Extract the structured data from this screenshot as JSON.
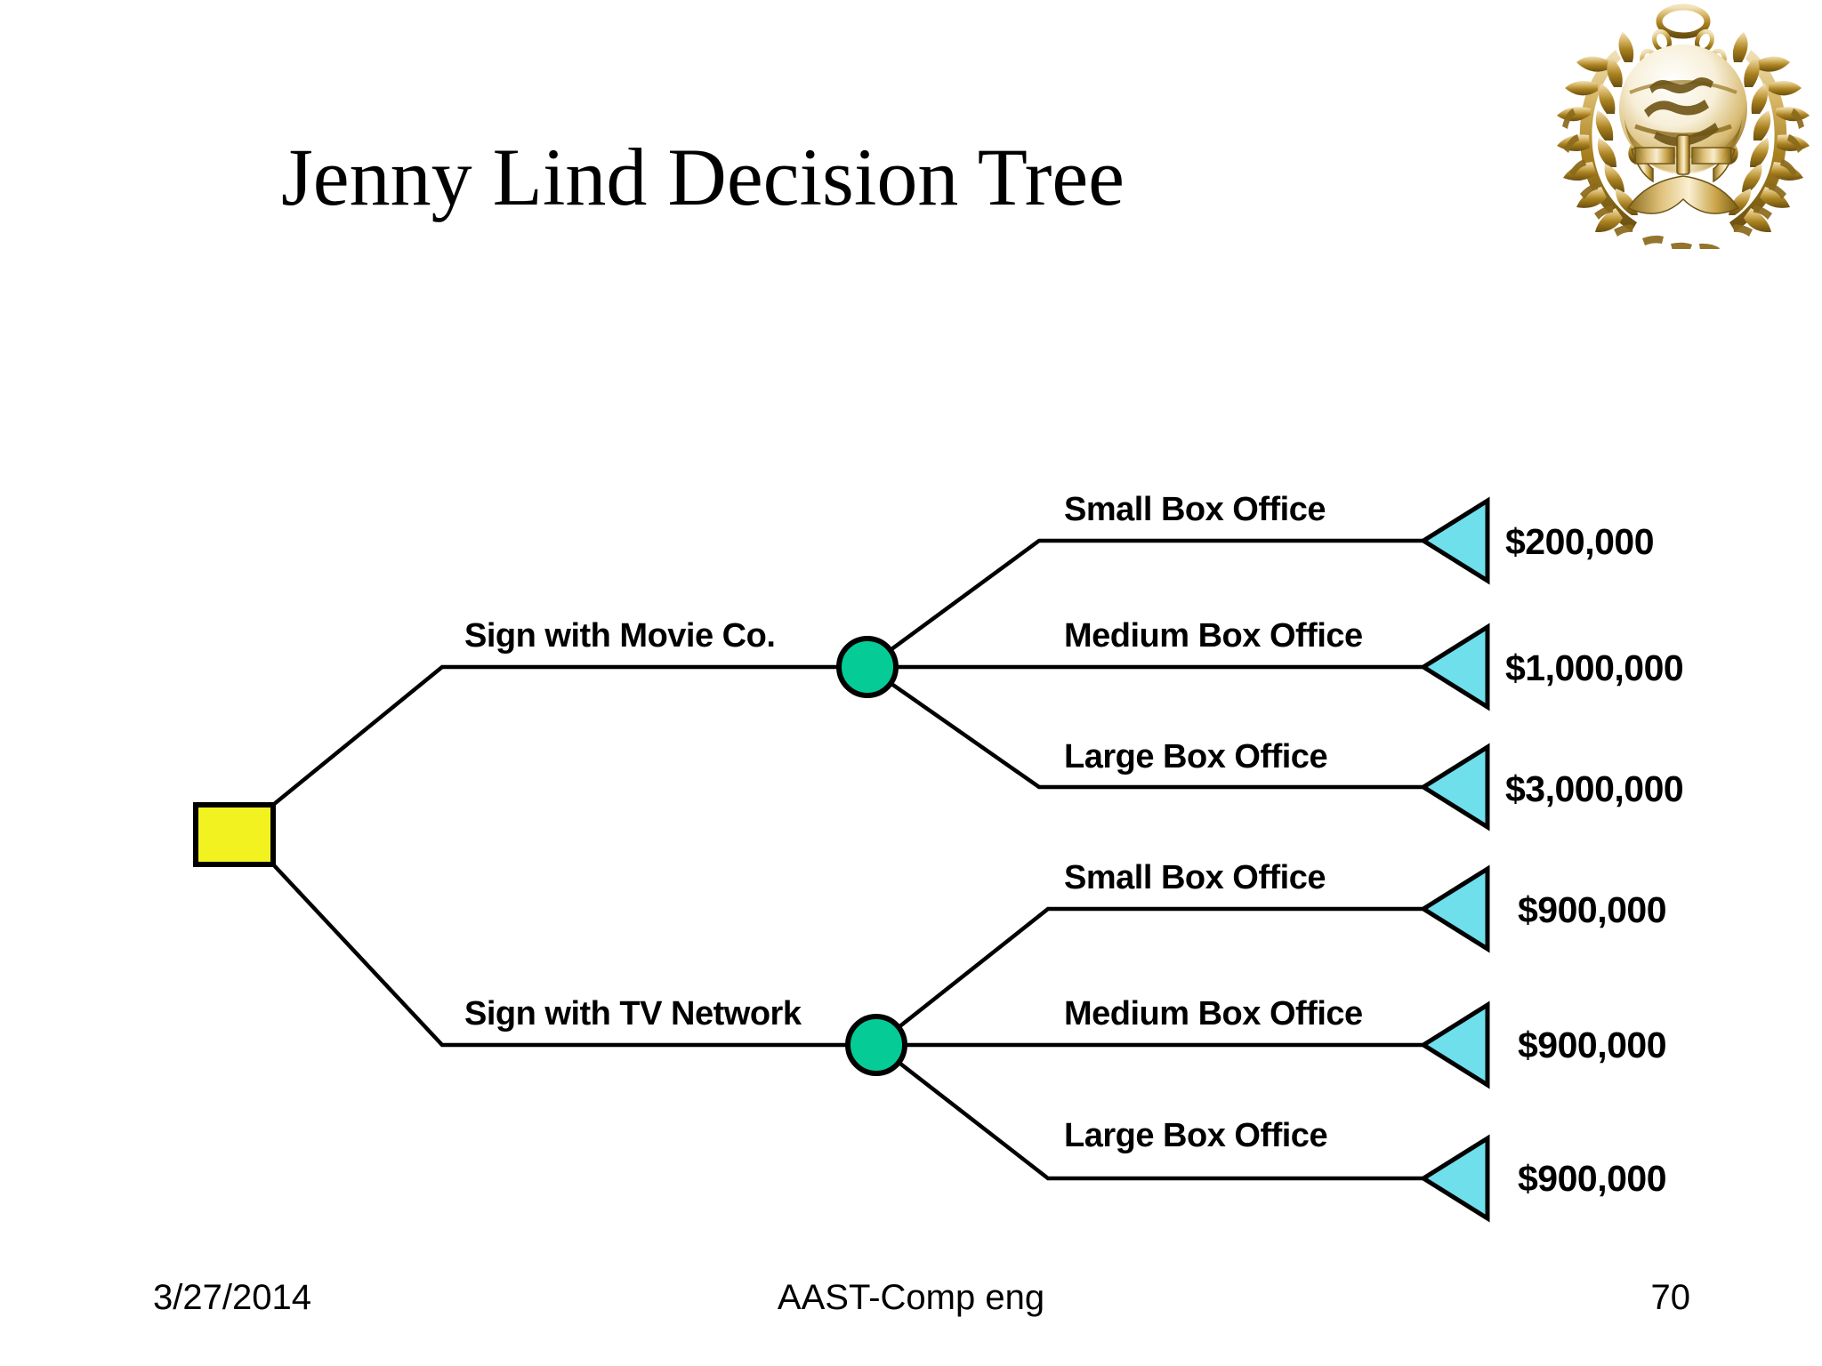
{
  "slide": {
    "title": "Jenny Lind Decision Tree",
    "background_color": "#FFFFFF"
  },
  "logo": {
    "name": "aast-university-emblem",
    "alt": "Arab Academy for Science, Technology and Maritime Transport emblem",
    "colors": {
      "gold_light": "#E8C98A",
      "gold_mid": "#B8912F",
      "gold_dark": "#6E5415",
      "highlight": "#F6E8C0"
    }
  },
  "colors": {
    "decision_node": "#F2F221",
    "chance_node": "#05CC97",
    "terminal_node": "#6FDFEC",
    "stroke": "#000000"
  },
  "tree": {
    "root": {
      "type": "decision",
      "shape": "square",
      "label": ""
    },
    "decisions": [
      {
        "id": "movie-co",
        "label": "Sign with Movie Co.",
        "chance_node": {
          "type": "chance",
          "shape": "circle"
        },
        "outcomes": [
          {
            "label": "Small Box Office",
            "payoff": "$200,000",
            "value": 200000
          },
          {
            "label": "Medium Box Office",
            "payoff": "$1,000,000",
            "value": 1000000
          },
          {
            "label": "Large Box Office",
            "payoff": "$3,000,000",
            "value": 3000000
          }
        ]
      },
      {
        "id": "tv-network",
        "label": "Sign with TV Network",
        "chance_node": {
          "type": "chance",
          "shape": "circle"
        },
        "outcomes": [
          {
            "label": "Small Box Office",
            "payoff": "$900,000",
            "value": 900000
          },
          {
            "label": "Medium Box Office",
            "payoff": "$900,000",
            "value": 900000
          },
          {
            "label": "Large Box Office",
            "payoff": "$900,000",
            "value": 900000
          }
        ]
      }
    ]
  },
  "chart_data": {
    "type": "diagram",
    "diagram_type": "decision-tree",
    "title": "Jenny Lind Decision Tree",
    "nodes": [
      {
        "id": "root",
        "kind": "decision",
        "glyph": "square",
        "fill": "#F2F221"
      },
      {
        "id": "movie-chance",
        "kind": "chance",
        "glyph": "circle",
        "fill": "#05CC97"
      },
      {
        "id": "tv-chance",
        "kind": "chance",
        "glyph": "circle",
        "fill": "#05CC97"
      },
      {
        "id": "t1",
        "kind": "terminal",
        "glyph": "triangle",
        "fill": "#6FDFEC",
        "payoff": "$200,000"
      },
      {
        "id": "t2",
        "kind": "terminal",
        "glyph": "triangle",
        "fill": "#6FDFEC",
        "payoff": "$1,000,000"
      },
      {
        "id": "t3",
        "kind": "terminal",
        "glyph": "triangle",
        "fill": "#6FDFEC",
        "payoff": "$3,000,000"
      },
      {
        "id": "t4",
        "kind": "terminal",
        "glyph": "triangle",
        "fill": "#6FDFEC",
        "payoff": "$900,000"
      },
      {
        "id": "t5",
        "kind": "terminal",
        "glyph": "triangle",
        "fill": "#6FDFEC",
        "payoff": "$900,000"
      },
      {
        "id": "t6",
        "kind": "terminal",
        "glyph": "triangle",
        "fill": "#6FDFEC",
        "payoff": "$900,000"
      }
    ],
    "edges": [
      {
        "from": "root",
        "to": "movie-chance",
        "label": "Sign with Movie Co."
      },
      {
        "from": "root",
        "to": "tv-chance",
        "label": "Sign with TV Network"
      },
      {
        "from": "movie-chance",
        "to": "t1",
        "label": "Small Box Office"
      },
      {
        "from": "movie-chance",
        "to": "t2",
        "label": "Medium Box Office"
      },
      {
        "from": "movie-chance",
        "to": "t3",
        "label": "Large Box Office"
      },
      {
        "from": "tv-chance",
        "to": "t4",
        "label": "Small Box Office"
      },
      {
        "from": "tv-chance",
        "to": "t5",
        "label": "Medium Box Office"
      },
      {
        "from": "tv-chance",
        "to": "t6",
        "label": "Large Box Office"
      }
    ]
  },
  "footer": {
    "date": "3/27/2014",
    "center": "AAST-Comp eng",
    "page": "70"
  }
}
